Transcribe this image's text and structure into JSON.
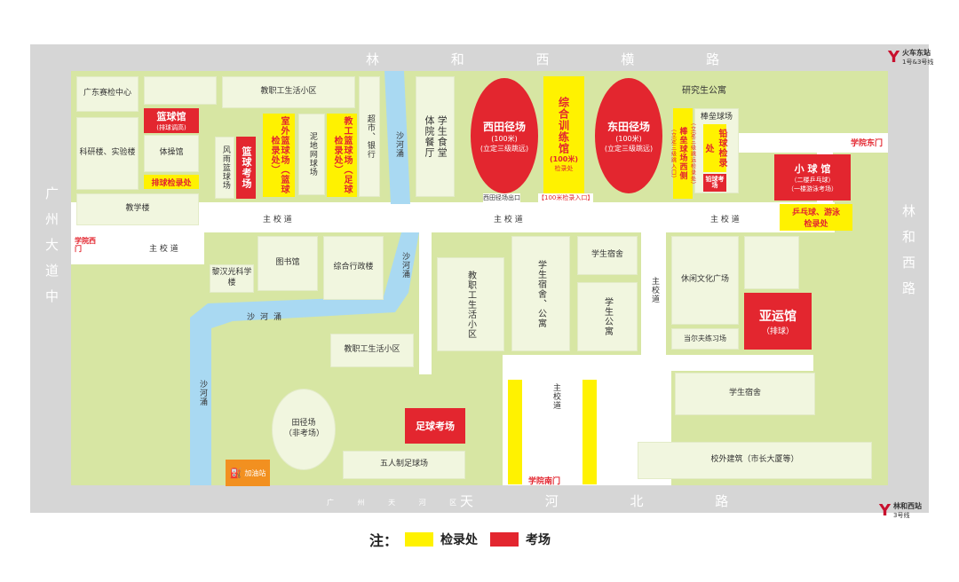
{
  "roads": {
    "north": "林 和 西 横 路",
    "south_small": "广 州 天 河 区",
    "south": "天 河 北 路",
    "west": "广州大道中",
    "east": "林和西路"
  },
  "stations": {
    "ne_name": "火车东站",
    "ne_lines": "1号&3号线",
    "se_name": "林和西站",
    "se_lines": "3号线"
  },
  "gates": {
    "west": "学院西门",
    "east": "学院东门",
    "south": "学院南门"
  },
  "main_road_label": "主 校 道",
  "main_road_label_v": "主校道",
  "canal_label": "沙河涌",
  "buildings": {
    "gd_center": "广东赛检中心",
    "staff_top": "教职工生活小区",
    "keyan": "科研楼、实验楼",
    "tiyuguan": "体操馆",
    "jiaoxuelou": "教学楼",
    "fengyu": "风雨篮球场",
    "niwang": "泥地网球场",
    "chaoshi": "超市、银行",
    "tiyuan": "体院餐厅",
    "shitang": "学生食堂",
    "yanjiusheng": "研究生公寓",
    "bangleiqiu": "棒垒球场",
    "tushuguan": "图书馆",
    "zonghe": "综合行政楼",
    "lihanguang": "黎汉光科学楼",
    "staff_mid": "教职工生活小区",
    "staff_center": "教职工生活小区",
    "dorm_apt": "学生宿舍、公寓",
    "dorm1": "学生宿舍",
    "dorm_apt2": "学生公寓",
    "xiuxian": "休闲文化广场",
    "dangerfu": "当尔夫练习场",
    "dorm_e": "学生宿舍",
    "tianjing": "田径场（非考场）",
    "wuren": "五人制足球场",
    "xiaowai": "校外建筑（市长大厦等）",
    "gas": "加油站"
  },
  "venues": {
    "lanqiu_name": "篮球馆",
    "lanqiu_sub": "(排球调高)",
    "lanqiu_check": "排球检录处",
    "lanqiu_exam": "篮球考场",
    "shiwai": "室外篮球场（篮球检录处）",
    "jiaogong": "教工篮球场（足球检录处）",
    "xitian_name": "西田径场",
    "xitian_sub1": "(100米)",
    "xitian_sub2": "(立定三级跳远)",
    "zonghe_name": "综合训练馆",
    "zonghe_sub1": "(100米)",
    "zonghe_sub2": "检录处",
    "dongtian_name": "东田径场",
    "dongtian_sub1": "(100米)",
    "dongtian_sub2": "(立定三级跳远)",
    "xitian_exit": "西田径场出口",
    "check_entry": "【100米检录入口】",
    "bangleixi_small": "（立定三级跳入口）",
    "bangleixi": "棒垒球场西侧",
    "bangleixi_sub": "（立定三级跳远检录处）",
    "qianqiu_check": "铅球检录处",
    "qianqiu_exam": "铅球考场",
    "xiaoqiu_name": "小 球 馆",
    "xiaoqiu_sub1": "（二楼乒乓球）",
    "xiaoqiu_sub2": "（一楼游泳考场）",
    "pingpong_check1": "乒乓球、游泳",
    "pingpong_check2": "检录处",
    "yayun_name": "亚运馆",
    "yayun_sub": "（排球）",
    "zuqiu": "足球考场"
  },
  "legend": {
    "prefix": "注：",
    "yellow_label": "检录处",
    "red_label": "考场",
    "yellow_color": "#fff200",
    "red_color": "#e3262f"
  }
}
